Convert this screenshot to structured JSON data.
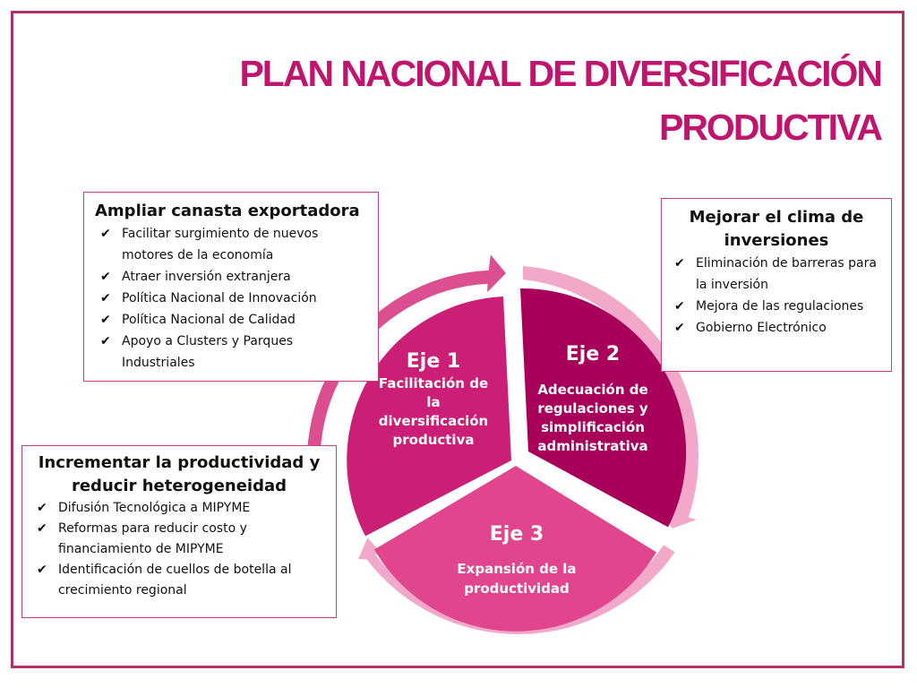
{
  "title": {
    "line1": "PLAN  NACIONAL DE DIVERSIFICACIÓN",
    "line2": "PRODUCTIVA"
  },
  "colors": {
    "accent": "#c0156f",
    "frame": "#b0306a",
    "eje1": "#cb1f77",
    "eje2": "#a8005a",
    "eje3": "#e0458e",
    "arc_light": "#f2a9c9",
    "arc_mid": "#db4f91"
  },
  "diagram": {
    "eje1": {
      "heading": "Eje 1",
      "lines": [
        "Facilitación de",
        "la",
        "diversificación",
        "productiva"
      ]
    },
    "eje2": {
      "heading": "Eje 2",
      "lines": [
        "Adecuación de",
        "regulaciones y",
        "simplificación",
        "administrativa"
      ]
    },
    "eje3": {
      "heading": "Eje 3",
      "lines": [
        "Expansión de la",
        "productividad"
      ]
    }
  },
  "boxes": {
    "canasta": {
      "heading": "Ampliar canasta exportadora",
      "items": [
        "Facilitar surgimiento de nuevos motores de la economía",
        "Atraer inversión extranjera",
        "Política Nacional de  Innovación",
        "Política Nacional de Calidad",
        "Apoyo a Clusters y Parques Industriales"
      ]
    },
    "clima": {
      "heading": "Mejorar el clima de inversiones",
      "items": [
        "Eliminación de barreras para la inversión",
        "Mejora de las regulaciones",
        "Gobierno Electrónico"
      ]
    },
    "productividad": {
      "heading": "Incrementar la productividad y reducir heterogeneidad",
      "items": [
        "Difusión Tecnológica a MIPYME",
        "Reformas para reducir costo y financiamiento de MIPYME",
        "Identificación de cuellos de botella al crecimiento regional"
      ]
    }
  }
}
